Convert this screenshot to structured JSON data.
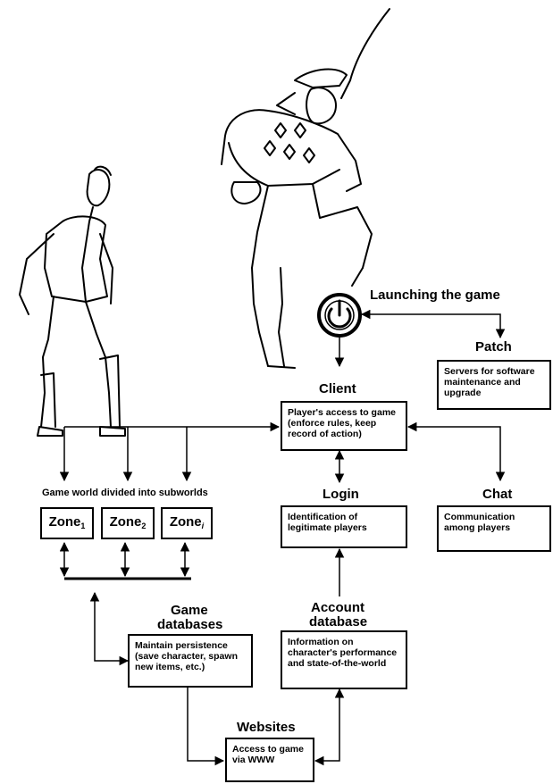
{
  "launch": {
    "title": "Launching the game"
  },
  "patch": {
    "title": "Patch",
    "desc": "Servers for software maintenance and upgrade"
  },
  "client": {
    "title": "Client",
    "desc": "Player's access to game (enforce rules, keep record of action)"
  },
  "login": {
    "title": "Login",
    "desc": "Identification of legitimate players"
  },
  "chat": {
    "title": "Chat",
    "desc": "Communication among players"
  },
  "gameworld": {
    "title": "Game world divided into subworlds"
  },
  "zones": [
    {
      "label": "Zone",
      "sub": "1"
    },
    {
      "label": "Zone",
      "sub": "2"
    },
    {
      "label": "Zone",
      "sub": "i"
    }
  ],
  "gamedb": {
    "title_line1": "Game",
    "title_line2": "databases",
    "desc": "Maintain persistence (save character, spawn new items, etc.)"
  },
  "accountdb": {
    "title_line1": "Account",
    "title_line2": "database",
    "desc": "Information on character's performance and state-of-the-world"
  },
  "websites": {
    "title": "Websites",
    "desc": "Access to game via WWW"
  },
  "illustrations": [
    "walking-man-figure",
    "jester-figure",
    "power-button-icon"
  ]
}
